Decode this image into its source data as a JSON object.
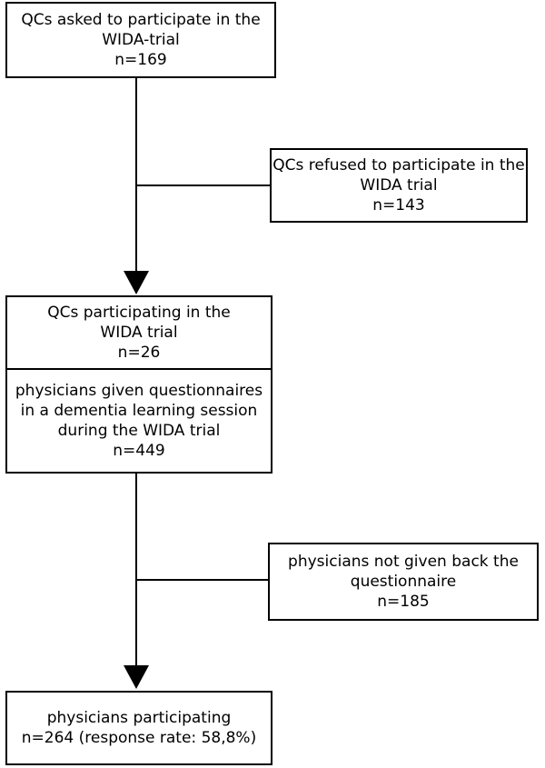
{
  "boxes": {
    "asked": {
      "line1": "QCs asked to participate in the",
      "line2": "WIDA-trial",
      "line3": "n=169"
    },
    "refused": {
      "line1": "QCs refused to participate in the",
      "line2": "WIDA trial",
      "line3": "n=143"
    },
    "participating_qcs": {
      "line1": "QCs participating in the",
      "line2": "WIDA trial",
      "line3": "n=26"
    },
    "physicians_given": {
      "line1": "physicians given questionnaires",
      "line2": "in a dementia learning session",
      "line3": "during the WIDA trial",
      "line4": "n=449"
    },
    "not_returned": {
      "line1": "physicians not given back the",
      "line2": "questionnaire",
      "line3": "n=185"
    },
    "physicians_participating": {
      "line1": "physicians participating",
      "line2": "n=264 (response rate: 58,8%)"
    }
  }
}
